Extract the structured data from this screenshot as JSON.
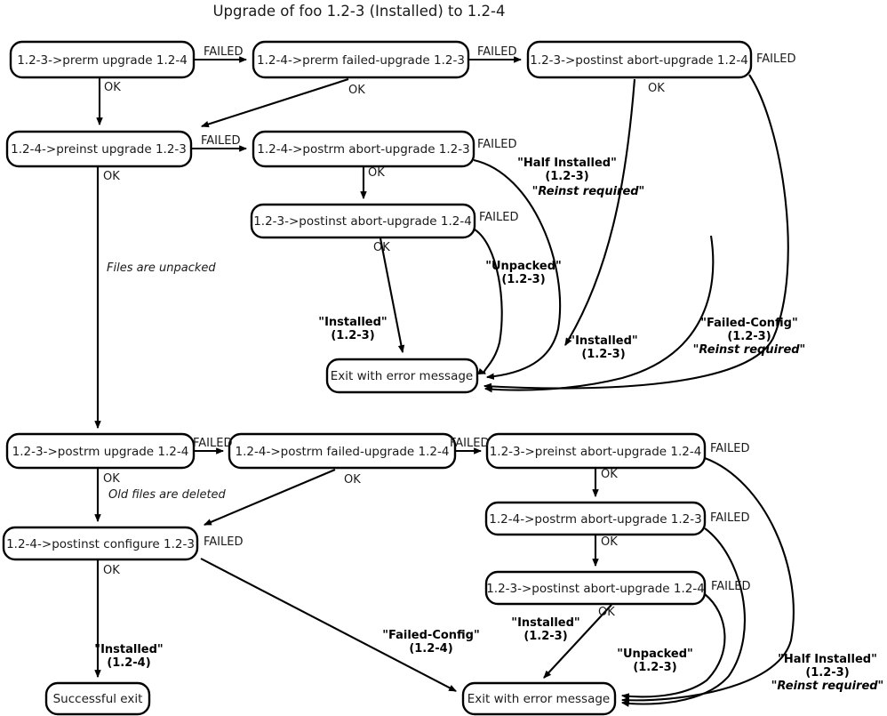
{
  "title": "Upgrade of foo 1.2-3 (Installed) to 1.2-4",
  "nodes": {
    "prerm_upgrade": "1.2-3->prerm upgrade 1.2-4",
    "prerm_failed_upgrade": "1.2-4->prerm failed-upgrade 1.2-3",
    "postinst_abort_upgrade_top": "1.2-3->postinst abort-upgrade 1.2-4",
    "preinst_upgrade": "1.2-4->preinst upgrade 1.2-3",
    "postrm_abort_upgrade_mid": "1.2-4->postrm abort-upgrade 1.2-3",
    "postinst_abort_upgrade_mid": "1.2-3->postinst abort-upgrade 1.2-4",
    "exit_error_top": "Exit with error message",
    "postrm_upgrade": "1.2-3->postrm upgrade 1.2-4",
    "postrm_failed_upgrade": "1.2-4->postrm failed-upgrade 1.2-4",
    "preinst_abort_upgrade": "1.2-3->preinst abort-upgrade 1.2-4",
    "postinst_configure": "1.2-4->postinst configure 1.2-3",
    "postrm_abort_upgrade_bot": "1.2-4->postrm abort-upgrade 1.2-3",
    "postinst_abort_upgrade_bot": "1.2-3->postinst abort-upgrade 1.2-4",
    "successful_exit": "Successful exit",
    "exit_error_bottom": "Exit with error message"
  },
  "edge_labels": {
    "failed": "FAILED",
    "ok": "OK"
  },
  "notes": {
    "files_unpacked": "Files are unpacked",
    "old_files_deleted": "Old files are deleted"
  },
  "states": {
    "half_installed_name": "\"Half Installed\"",
    "half_installed_ver": "(1.2-3)",
    "reinst_required": "\"Reinst required\"",
    "unpacked_name": "\"Unpacked\"",
    "unpacked_ver": "(1.2-3)",
    "installed_name": "\"Installed\"",
    "installed_ver_123": "(1.2-3)",
    "installed_ver_124": "(1.2-4)",
    "failed_config_name": "\"Failed-Config\"",
    "failed_config_ver_123": "(1.2-3)",
    "failed_config_ver_124": "(1.2-4)"
  },
  "colors": {
    "stroke": "#000000",
    "fill": "#ffffff",
    "text": "#1a1a1a"
  }
}
